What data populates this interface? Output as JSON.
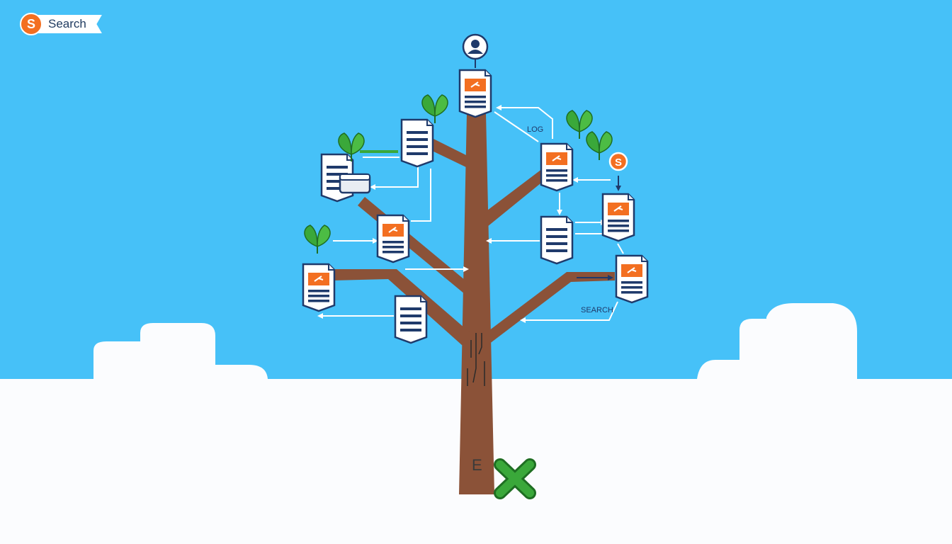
{
  "header": {
    "search_label": "Search",
    "logo_letter": "S"
  },
  "diagram": {
    "labels": {
      "search": "SEARCH",
      "log": "LOG",
      "trunk_letter": "E"
    },
    "colors": {
      "sky": "#46c1f8",
      "ground": "#fbfcfe",
      "trunk": "#8b5238",
      "leaf": "#3aa83a",
      "accent": "#f36f21",
      "navy": "#1f3a6b"
    }
  }
}
